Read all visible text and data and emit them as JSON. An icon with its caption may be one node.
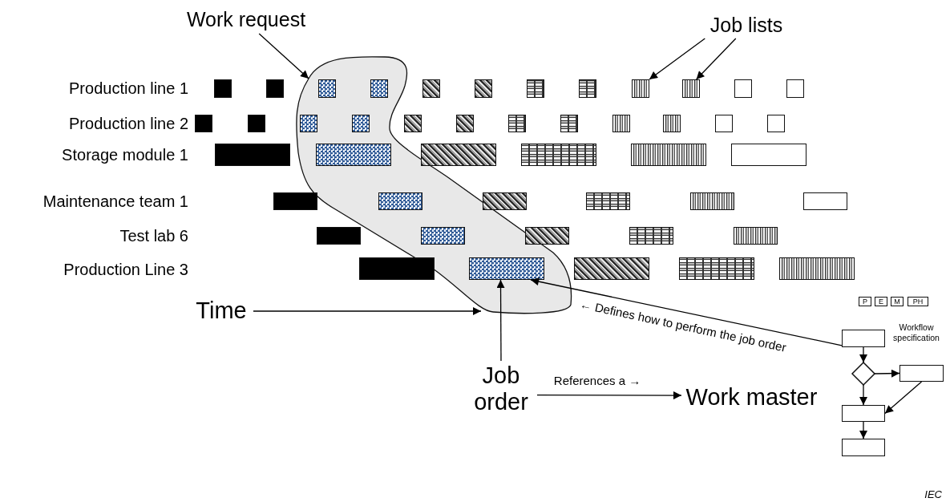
{
  "diagram": {
    "nodes": [
      {
        "text": [
          "Work request"
        ]
      },
      {
        "text": [
          "Job lists"
        ]
      },
      {
        "text": [],
        "shape": "blob"
      },
      {
        "text": [],
        "shape": "bar"
      },
      {
        "text": [],
        "shape": "bar"
      },
      {
        "text": [],
        "shape": "bar",
        "in": 2
      },
      {
        "text": [],
        "shape": "bar",
        "in": 2
      },
      {
        "text": [],
        "shape": "bar"
      },
      {
        "text": [],
        "shape": "bar"
      },
      {
        "text": [],
        "shape": "bar"
      },
      {
        "text": [],
        "shape": "bar"
      },
      {
        "text": [],
        "shape": "bar"
      },
      {
        "text": [],
        "shape": "bar"
      },
      {
        "text": [],
        "shape": "bar"
      },
      {
        "text": [],
        "shape": "bar"
      },
      {
        "text": [],
        "shape": "bar"
      },
      {
        "text": [],
        "shape": "bar"
      },
      {
        "text": [],
        "shape": "bar",
        "in": 2
      },
      {
        "text": [],
        "shape": "bar",
        "in": 2
      },
      {
        "text": [],
        "shape": "bar"
      },
      {
        "text": [],
        "shape": "bar"
      },
      {
        "text": [],
        "shape": "bar"
      },
      {
        "text": [],
        "shape": "bar"
      },
      {
        "text": [],
        "shape": "bar"
      },
      {
        "text": [],
        "shape": "bar"
      },
      {
        "text": [],
        "shape": "bar"
      },
      {
        "text": [],
        "shape": "bar"
      },
      {
        "text": [],
        "shape": "bar"
      },
      {
        "text": [],
        "shape": "bar",
        "in": 2
      },
      {
        "text": [],
        "shape": "bar"
      },
      {
        "text": [],
        "shape": "bar"
      },
      {
        "text": [],
        "shape": "bar"
      },
      {
        "text": [],
        "shape": "bar"
      },
      {
        "text": [],
        "shape": "bar"
      },
      {
        "text": [],
        "shape": "bar",
        "in": 2
      },
      {
        "text": [],
        "shape": "bar"
      },
      {
        "text": [],
        "shape": "bar"
      },
      {
        "text": [],
        "shape": "bar"
      },
      {
        "text": [],
        "shape": "bar"
      },
      {
        "text": [],
        "shape": "bar"
      },
      {
        "text": [],
        "shape": "bar",
        "in": 2
      },
      {
        "text": [],
        "shape": "bar"
      },
      {
        "text": [],
        "shape": "bar"
      },
      {
        "text": [],
        "shape": "bar"
      },
      {
        "text": [],
        "shape": "bar"
      },
      {
        "text": [],
        "shape": "bar",
        "in": 2
      },
      {
        "text": [],
        "shape": "bar"
      },
      {
        "text": [],
        "shape": "bar"
      },
      {
        "text": [],
        "shape": "bar"
      },
      {
        "text": [
          "Time"
        ]
      },
      {
        "text": [
          "Job order"
        ]
      },
      {
        "text": [
          "Work master"
        ]
      },
      {
        "text": [
          "P"
        ]
      },
      {
        "text": [
          "E"
        ]
      },
      {
        "text": [
          "M"
        ]
      },
      {
        "text": [
          "PH"
        ]
      },
      {
        "text": [],
        "shape": "box"
      },
      {
        "text": [],
        "shape": "diamond"
      },
      {
        "text": [],
        "shape": "box"
      },
      {
        "text": [],
        "shape": "box"
      },
      {
        "text": [],
        "shape": "box"
      }
    ],
    "edges": [
      {
        "from": 0,
        "to": 2,
        "arrow": "to"
      },
      {
        "from": 1,
        "to": 11,
        "arrow": "to"
      },
      {
        "from": 1,
        "to": 12,
        "arrow": "to"
      },
      {
        "from": 49,
        "to": 2,
        "arrow": "to"
      },
      {
        "from": 50,
        "to": 45,
        "arrow": "to"
      },
      {
        "from": 56,
        "to": 45,
        "arrow": "to",
        "label": "← Defines how to perform the job order"
      },
      {
        "from": 50,
        "to": 51,
        "arrow": "to",
        "label": "References a →"
      },
      {
        "from": 56,
        "to": 57,
        "arrow": "to"
      },
      {
        "from": 57,
        "to": 58,
        "arrow": "to"
      },
      {
        "from": 57,
        "to": 59,
        "arrow": "to"
      },
      {
        "from": 58,
        "to": 59,
        "arrow": "to"
      },
      {
        "from": 59,
        "to": 60,
        "arrow": "to"
      }
    ],
    "labels": [
      "Production line 1",
      "Production line 2",
      "Storage module 1",
      "Maintenance team 1",
      "Test lab 6",
      "Production Line 3",
      "Workflow specification",
      "IEC"
    ]
  }
}
